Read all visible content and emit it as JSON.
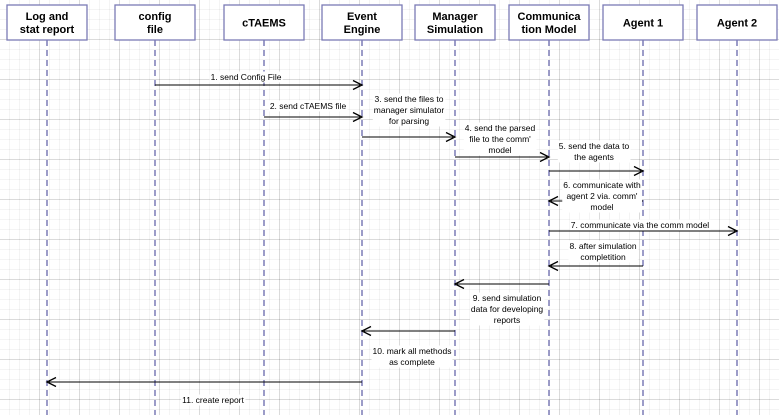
{
  "actors": [
    {
      "id": "log",
      "lines": [
        "Log and",
        "stat report"
      ]
    },
    {
      "id": "config",
      "lines": [
        "config",
        "file"
      ]
    },
    {
      "id": "ctaems",
      "lines": [
        "cTAEMS"
      ]
    },
    {
      "id": "event",
      "lines": [
        "Event",
        "Engine"
      ]
    },
    {
      "id": "manager",
      "lines": [
        "Manager",
        "Simulation"
      ]
    },
    {
      "id": "comm",
      "lines": [
        "Communica",
        "tion Model"
      ]
    },
    {
      "id": "agent1",
      "lines": [
        "Agent 1"
      ]
    },
    {
      "id": "agent2",
      "lines": [
        "Agent 2"
      ]
    }
  ],
  "messages": [
    {
      "from": "config",
      "to": "event",
      "label": [
        "1. send Config File"
      ]
    },
    {
      "from": "ctaems",
      "to": "event",
      "label": [
        "2. send cTAEMS file"
      ]
    },
    {
      "from": "event",
      "to": "manager",
      "label": [
        "3. send the files to",
        "manager simulator",
        "for parsing"
      ]
    },
    {
      "from": "manager",
      "to": "comm",
      "label": [
        "4. send the parsed",
        "file to the comm'",
        "model"
      ]
    },
    {
      "from": "comm",
      "to": "agent1",
      "label": [
        "5. send the data to",
        "the agents"
      ]
    },
    {
      "from": "agent1",
      "to": "comm",
      "label": [
        "6. communicate with",
        "agent 2 via. comm'",
        "model"
      ]
    },
    {
      "from": "comm",
      "to": "agent2",
      "label": [
        "7. communicate via the comm model"
      ]
    },
    {
      "from": "agent1",
      "to": "comm",
      "label": [
        "8. after simulation",
        "completition"
      ]
    },
    {
      "from": "comm",
      "to": "manager",
      "label": [
        "9. send simulation",
        "data for developing",
        "reports"
      ]
    },
    {
      "from": "manager",
      "to": "event",
      "label": [
        "10. mark all methods",
        "as complete"
      ]
    },
    {
      "from": "event",
      "to": "log",
      "label": [
        "11. create report"
      ]
    }
  ]
}
